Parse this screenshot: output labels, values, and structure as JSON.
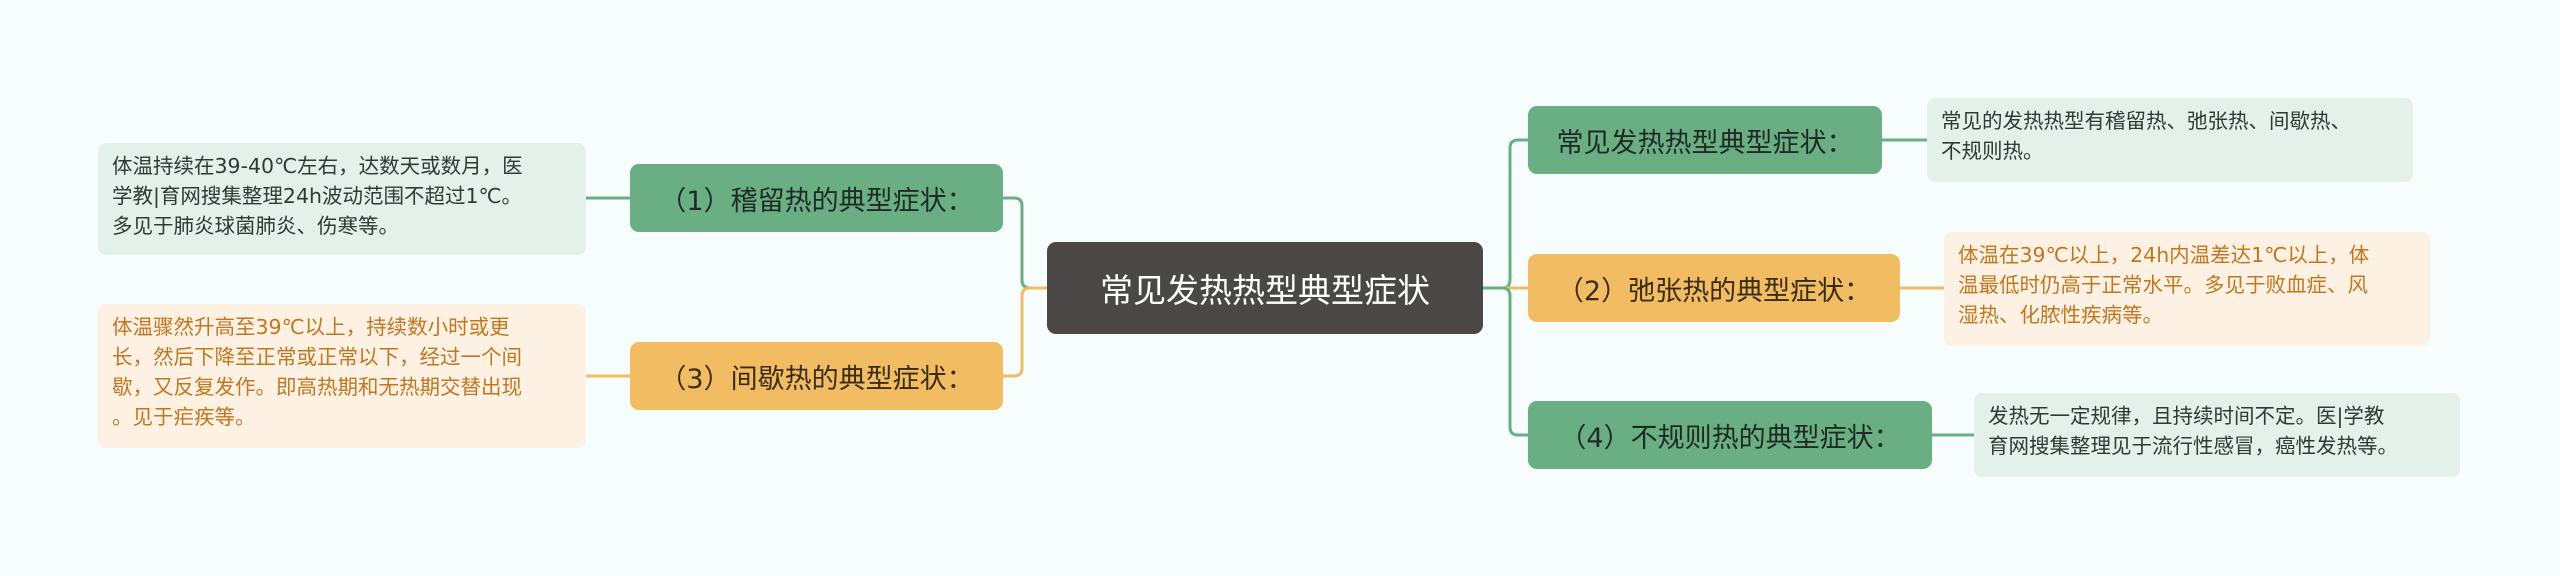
{
  "root": {
    "label": "常见发热热型典型症状"
  },
  "branches": {
    "b1": {
      "label": "常见发热热型典型症状："
    },
    "b2": {
      "label": "（2）弛张热的典型症状："
    },
    "b3": {
      "label": "（4）不规则热的典型症状："
    },
    "b4": {
      "label": "（1）稽留热的典型症状："
    },
    "b5": {
      "label": "（3）间歇热的典型症状："
    }
  },
  "leaves": {
    "l1": {
      "text": "常见的发热热型有稽留热、弛张热、间歇热、\n不规则热。"
    },
    "l2": {
      "text": "体温在39℃以上，24h内温差达1℃以上，体\n温最低时仍高于正常水平。多见于败血症、风\n湿热、化脓性疾病等。"
    },
    "l3": {
      "text": "发热无一定规律，且持续时间不定。医|学教\n育网搜集整理见于流行性感冒，癌性发热等。"
    },
    "l4": {
      "text": "体温持续在39-40℃左右，达数天或数月，医\n学教|育网搜集整理24h波动范围不超过1℃。\n多见于肺炎球菌肺炎、伤寒等。"
    },
    "l5": {
      "text": "体温骤然升高至39℃以上，持续数小时或更\n长，然后下降至正常或正常以下，经过一个间\n歇，又反复发作。即高热期和无热期交替出现\n。见于疟疾等。"
    }
  },
  "colors": {
    "background": "#f7fdfd",
    "root": "#4b4746",
    "green_branch": "#6aaf84",
    "orange_branch": "#f2bd62",
    "green_leaf": "#e4f1ea",
    "orange_leaf": "#fdf1e3",
    "orange_text": "#c2771f"
  }
}
